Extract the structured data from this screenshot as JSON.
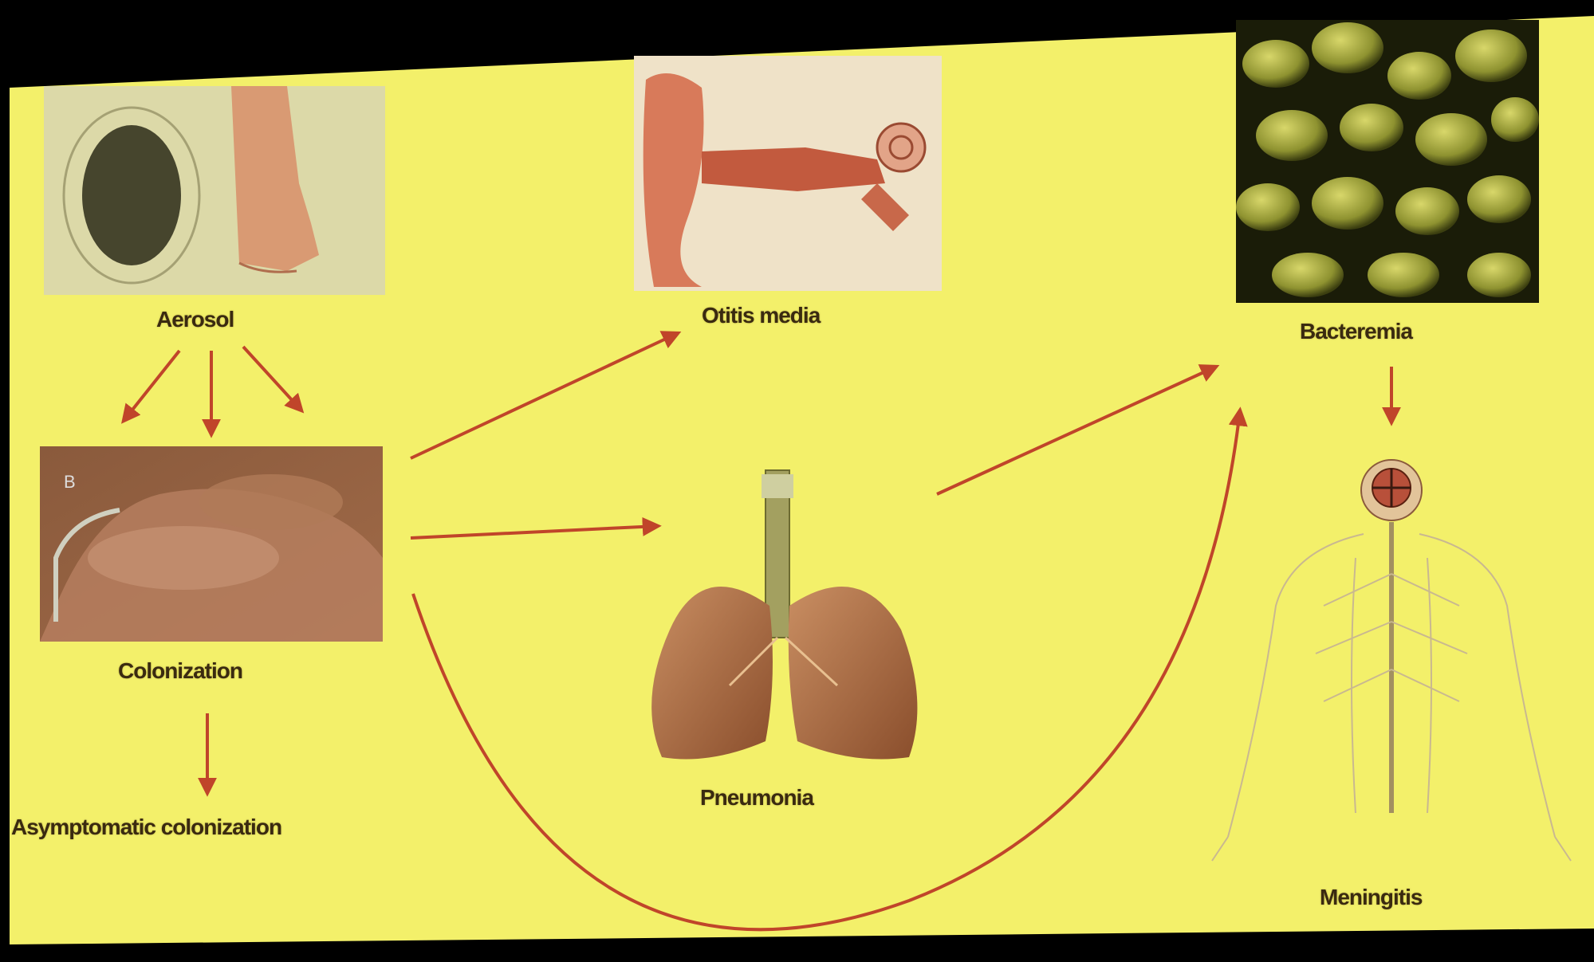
{
  "diagram": {
    "labels": {
      "aerosol": "Aerosol",
      "colonization": "Colonization",
      "asymptomatic": "Asymptomatic colonization",
      "otitis": "Otitis media",
      "pneumonia": "Pneumonia",
      "bacteremia": "Bacteremia",
      "meningitis": "Meningitis"
    },
    "colors": {
      "background": "#f3f06a",
      "arrow": "#c0452a",
      "frame": "#000000"
    },
    "icons": [
      "aerosol-nose-image",
      "nasal-colonization-image",
      "ear-anatomy-image",
      "lungs-image",
      "bacteria-image",
      "nervous-system-image"
    ]
  }
}
